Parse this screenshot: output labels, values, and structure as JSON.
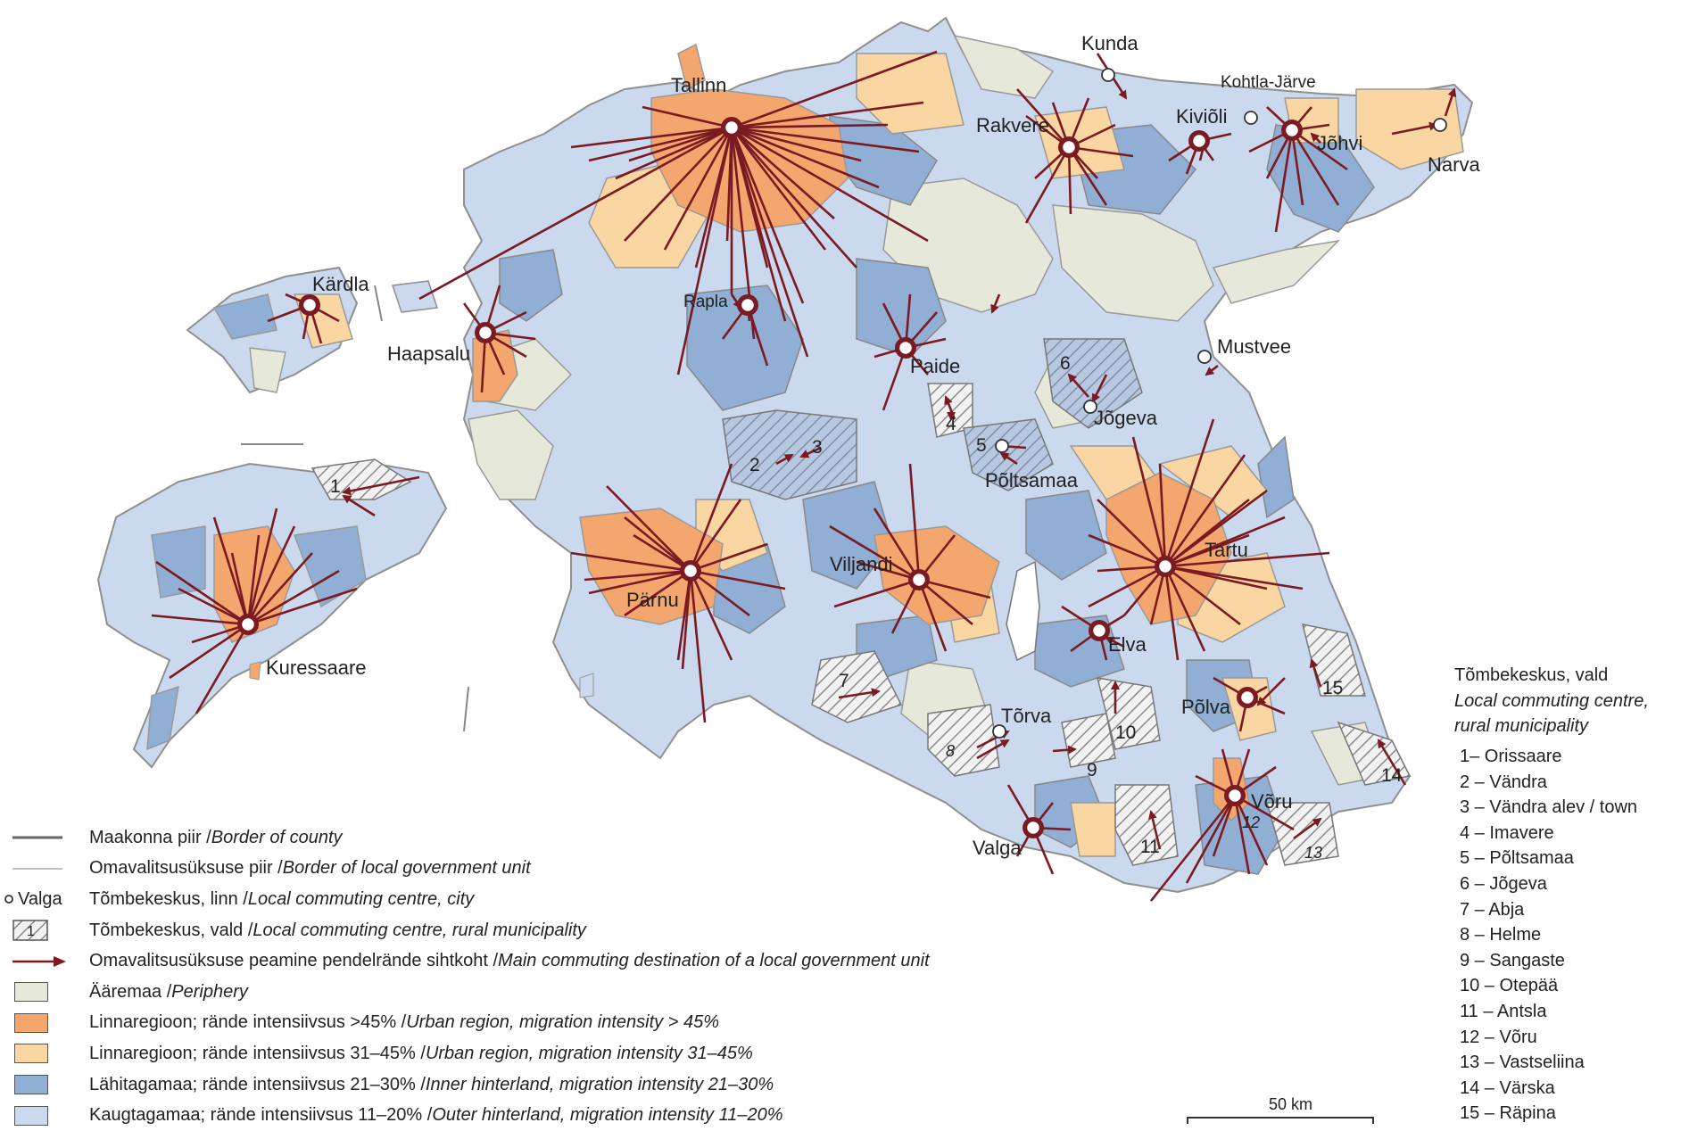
{
  "colors": {
    "periphery": "#e6e9da",
    "urban_high": "#f4a66f",
    "urban_mid": "#fad7a2",
    "inner_hinterland": "#91aed4",
    "outer_hinterland": "#cbd9ee",
    "arrow": "#7a1a22",
    "border": "#9a9a9a"
  },
  "cities": {
    "tallinn": "Tallinn",
    "kunda": "Kunda",
    "kohtla_jarve": "Kohtla-Järve",
    "rakvere": "Rakvere",
    "kivioli": "Kiviõli",
    "johvi": "Jõhvi",
    "narva": "Narva",
    "kardla": "Kärdla",
    "haapsalu": "Haapsalu",
    "rapla": "Rapla",
    "paide": "Paide",
    "mustvee": "Mustvee",
    "jogeva": "Jõgeva",
    "poltsamaa": "Põltsamaa",
    "tartu": "Tartu",
    "viljandi": "Viljandi",
    "parnu": "Pärnu",
    "kuressaare": "Kuressaare",
    "elva": "Elva",
    "polva": "Põlva",
    "torva": "Tõrva",
    "voru": "Võru",
    "valga": "Valga"
  },
  "numbers": [
    "1",
    "2",
    "3",
    "4",
    "5",
    "6",
    "7",
    "8",
    "9",
    "10",
    "11",
    "12",
    "13",
    "14",
    "15"
  ],
  "legend": {
    "county_border": "Maakonna piir / ",
    "county_border_en": "Border of county",
    "lgu_border": "Omavalitsusüksuse piir / ",
    "lgu_border_en": "Border of local government unit",
    "city_prefix": "Valga",
    "city": "Tõmbekeskus, linn / ",
    "city_en": "Local commuting centre, city",
    "rural_symbol": "1",
    "rural": "Tõmbekeskus, vald / ",
    "rural_en": "Local commuting centre, rural municipality",
    "arrow": "Omavalitsusüksuse peamine pendelrände sihtkoht / ",
    "arrow_en": "Main commuting destination of a local government unit",
    "periphery": "Ääremaa / ",
    "periphery_en": "Periphery",
    "urban_high": "Linnaregioon; rände intensiivsus >45% / ",
    "urban_high_en": "Urban region, migration intensity > 45%",
    "urban_mid": "Linnaregioon; rände intensiivsus 31–45% / ",
    "urban_mid_en": "Urban region, migration intensity 31–45%",
    "inner": "Lähitagamaa; rände intensiivsus 21–30% / ",
    "inner_en": "Inner hinterland, migration intensity 21–30%",
    "outer": "Kaugtagamaa; rände intensiivsus 11–20% / ",
    "outer_en": "Outer hinterland, migration intensity 11–20%"
  },
  "right_legend": {
    "title": "Tõmbekeskus, vald",
    "subtitle": "Local commuting centre, rural municipality",
    "items": [
      "1– Orissaare",
      "2 – Vändra",
      "3 – Vändra alev / town",
      "4 – Imavere",
      "5 – Põltsamaa",
      "6 – Jõgeva",
      "7 – Abja",
      "8 – Helme",
      "9 – Sangaste",
      "10 – Otepää",
      "11 – Antsla",
      "12 – Võru",
      "13 – Vastseliina",
      "14 – Värska",
      "15 – Räpina"
    ]
  },
  "scale": {
    "label": "50 km"
  }
}
